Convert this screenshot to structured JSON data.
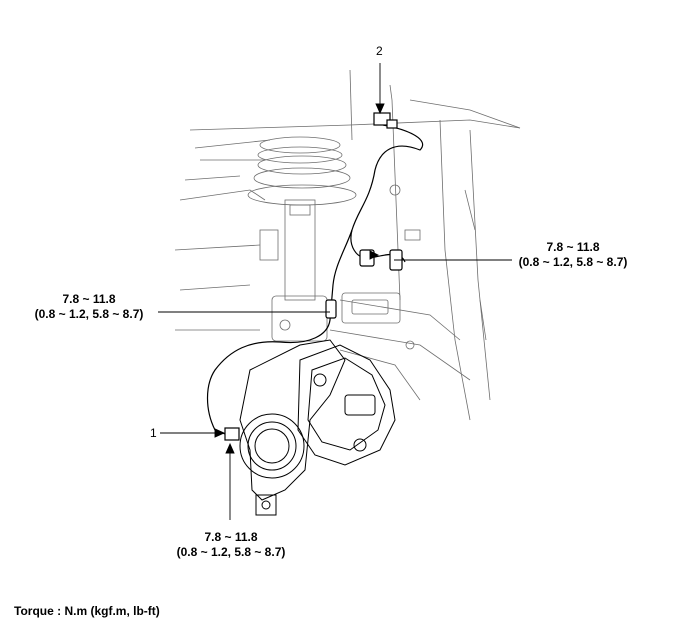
{
  "callouts": {
    "item1": "1",
    "item2": "2",
    "torque_upper_right": {
      "value": "7.8 ~ 11.8",
      "sub": "(0.8 ~ 1.2, 5.8 ~ 8.7)"
    },
    "torque_left": {
      "value": "7.8 ~ 11.8",
      "sub": "(0.8 ~ 1.2, 5.8 ~ 8.7)"
    },
    "torque_bottom": {
      "value": "7.8 ~ 11.8",
      "sub": "(0.8 ~ 1.2, 5.8 ~ 8.7)"
    }
  },
  "footer": {
    "torque_note": "Torque : N.m (kgf.m, lb-ft)"
  },
  "colors": {
    "line": "#000000",
    "faint": "#6e6e6e",
    "background": "#ffffff"
  }
}
